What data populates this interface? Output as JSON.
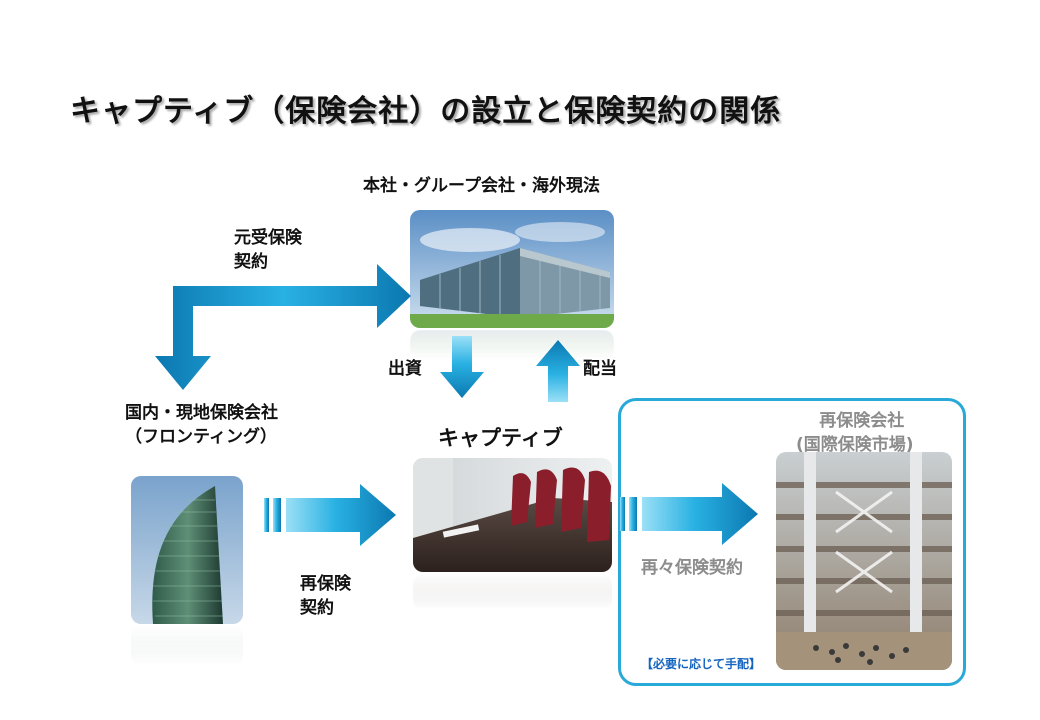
{
  "title": "キャプティブ（保険会社）の設立と保険契約の関係",
  "headquarters": {
    "label": "本社・グループ会社・海外現法",
    "image_icon": "office-building-photo-icon"
  },
  "original_contract": {
    "line1": "元受保険",
    "line2": "契約"
  },
  "local_insurer": {
    "line1": "国内・現地保険会社",
    "line2": "（フロンティング）",
    "image_icon": "skyscraper-photo-icon"
  },
  "investment_label": "出資",
  "dividend_label": "配当",
  "captive": {
    "label": "キャプティブ",
    "image_icon": "meeting-room-photo-icon"
  },
  "reinsurance_contract": {
    "line1": "再保険",
    "line2": "契約"
  },
  "reinsurer": {
    "line1": "再保険会社",
    "line2": "(国際保険市場)",
    "image_icon": "insurance-market-atrium-photo-icon"
  },
  "retrocession_label": "再々保険契約",
  "as_needed_note": "【必要に応じて手配】",
  "colors": {
    "arrow_light": "#6fd0f0",
    "arrow_dark": "#0a7fb6",
    "box_border": "#29a9d8",
    "note_blue": "#1565c0"
  }
}
